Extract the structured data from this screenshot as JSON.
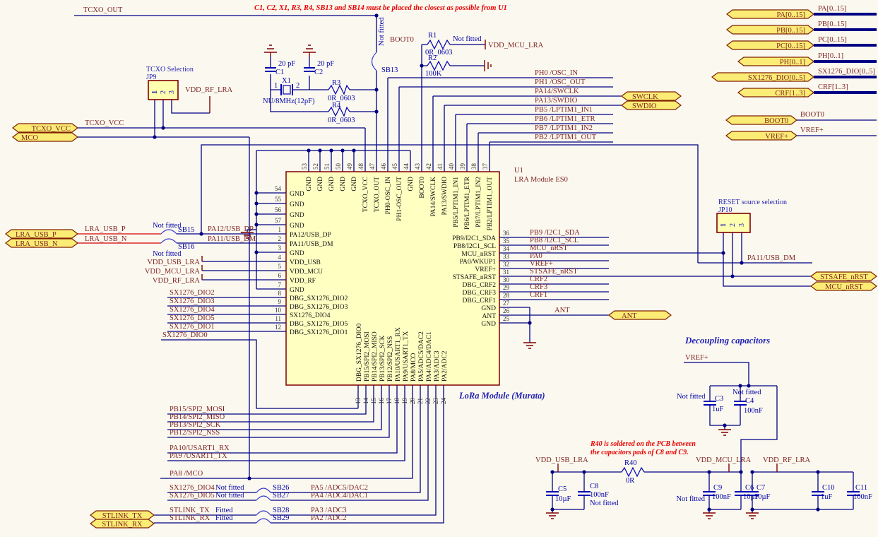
{
  "notes": {
    "top": "C1, C2, X1, R3, R4, SB13 and SB14 must be placed the closest as possible from U1",
    "r40a": "R40 is soldered on the PCB between",
    "r40b": "the capacitors pads of C8 and C9."
  },
  "titles": {
    "lora": "LoRa Module (Murata)",
    "decoupling": "Decoupling capacitors"
  },
  "misc": {
    "nf": "Not fitted",
    "fitted": "Fitted"
  },
  "u1": {
    "ref": "U1",
    "value": "LRA Module ES0",
    "top_pins": [
      {
        "n": "53",
        "l": "GND"
      },
      {
        "n": "52",
        "l": "GND"
      },
      {
        "n": "51",
        "l": "GND"
      },
      {
        "n": "50",
        "l": "GND"
      },
      {
        "n": "49",
        "l": "GND"
      },
      {
        "n": "48",
        "l": "TCXO_VCC"
      },
      {
        "n": "47",
        "l": "TCXO_OUT"
      },
      {
        "n": "46",
        "l": "PH0-OSC_IN"
      },
      {
        "n": "45",
        "l": "PH1-OSC_OUT"
      },
      {
        "n": "44",
        "l": "GND"
      },
      {
        "n": "43",
        "l": "BOOT0"
      },
      {
        "n": "42",
        "l": "PA14/SWCLK"
      },
      {
        "n": "41",
        "l": "PA13/SWDIO"
      },
      {
        "n": "40",
        "l": "PB5/LPTIM1_IN1"
      },
      {
        "n": "39",
        "l": "PB6/LPTIM1_ETR"
      },
      {
        "n": "38",
        "l": "PB7/LPTIM1_IN2"
      },
      {
        "n": "37",
        "l": "PB2/LPTIM1_OUT"
      }
    ],
    "left_pins": [
      {
        "n": "54",
        "l": "GND"
      },
      {
        "n": "55",
        "l": "GND"
      },
      {
        "n": "56",
        "l": "GND"
      },
      {
        "n": "57",
        "l": "GND"
      },
      {
        "n": "1",
        "l": "PA12/USB_DP"
      },
      {
        "n": "2",
        "l": "PA11/USB_DM"
      },
      {
        "n": "3",
        "l": "GND"
      },
      {
        "n": "4",
        "l": "VDD_USB"
      },
      {
        "n": "5",
        "l": "VDD_MCU"
      },
      {
        "n": "6",
        "l": "VDD_RF"
      },
      {
        "n": "7",
        "l": "GND"
      },
      {
        "n": "8",
        "l": "DBG_SX1276_DIO2"
      },
      {
        "n": "9",
        "l": "DBG_SX1276_DIO3"
      },
      {
        "n": "10",
        "l": "SX1276_DIO4"
      },
      {
        "n": "11",
        "l": "DBG_SX1276_DIO5"
      },
      {
        "n": "12",
        "l": "DBG_SX1276_DIO1"
      }
    ],
    "right_pins": [
      {
        "n": "36",
        "l": "PB9/I2C1_SDA"
      },
      {
        "n": "35",
        "l": "PB8/I2C1_SCL"
      },
      {
        "n": "34",
        "l": "MCU_nRST"
      },
      {
        "n": "33",
        "l": "PA0/WKUP1"
      },
      {
        "n": "32",
        "l": "VREF+"
      },
      {
        "n": "31",
        "l": "STSAFE_nRST"
      },
      {
        "n": "30",
        "l": "DBG_CRF2"
      },
      {
        "n": "29",
        "l": "DBG_CRF3"
      },
      {
        "n": "28",
        "l": "DBG_CRF1"
      },
      {
        "n": "27",
        "l": "GND"
      },
      {
        "n": "26",
        "l": "ANT"
      },
      {
        "n": "25",
        "l": "GND"
      }
    ],
    "bottom_pins": [
      {
        "n": "13",
        "l": "DBG_SX1276_DIO0"
      },
      {
        "n": "14",
        "l": "PB15/SPI2_MOSI"
      },
      {
        "n": "15",
        "l": "PB14/SPI2_MISO"
      },
      {
        "n": "16",
        "l": "PB13/SPI2_SCK"
      },
      {
        "n": "17",
        "l": "PB12/SPI2_NSS"
      },
      {
        "n": "18",
        "l": "PA10/USART1_RX"
      },
      {
        "n": "19",
        "l": "PA9/USART1_TX"
      },
      {
        "n": "20",
        "l": "PA8/MCO"
      },
      {
        "n": "21",
        "l": "PA5/ADC5/DAC2"
      },
      {
        "n": "22",
        "l": "PA4/ADC4/DAC1"
      },
      {
        "n": "23",
        "l": "PA3/ADC3"
      },
      {
        "n": "24",
        "l": "PA2/ADC2"
      }
    ]
  },
  "jumpers": {
    "jp9": {
      "title": "TCXO Selection",
      "ref": "JP9",
      "p1": "1",
      "p2": "2",
      "p3": "3"
    },
    "jp10": {
      "title": "RESET source selection",
      "ref": "JP10",
      "p1": "1",
      "p2": "2",
      "p3": "3"
    }
  },
  "components": {
    "c1": {
      "r": "C1",
      "v": "20 pF"
    },
    "c2": {
      "r": "C2",
      "v": "20 pF"
    },
    "x1": {
      "r": "X1",
      "v": "NU/8MHz(12pF)",
      "p1": "1",
      "p2": "2"
    },
    "r1": {
      "r": "R1",
      "v": "0R_0603"
    },
    "r2": {
      "r": "R2",
      "v": "100K"
    },
    "r3": {
      "r": "R3",
      "v": "0R_0603"
    },
    "r4": {
      "r": "R4",
      "v": "0R_0603"
    },
    "r40": {
      "r": "R40",
      "v": "0R"
    },
    "sb13": {
      "r": "SB13"
    },
    "sb15": {
      "r": "SB15"
    },
    "sb16": {
      "r": "SB16"
    },
    "sb26": {
      "r": "SB26"
    },
    "sb27": {
      "r": "SB27"
    },
    "sb28": {
      "r": "SB28"
    },
    "sb29": {
      "r": "SB29"
    },
    "c3": {
      "r": "C3",
      "v": "1uF"
    },
    "c4": {
      "r": "C4",
      "v": "100nF"
    },
    "c5": {
      "r": "C5",
      "v": "10µF"
    },
    "c8": {
      "r": "C8",
      "v": "100nF"
    },
    "c9": {
      "r": "C9",
      "v": "100nF"
    },
    "c6": {
      "r": "C6",
      "v": "10µF"
    },
    "c7": {
      "r": "C7",
      "v": "10µF"
    },
    "c10": {
      "r": "C10",
      "v": "1uF"
    },
    "c11": {
      "r": "C11",
      "v": "100nF"
    }
  },
  "nets": {
    "tcxo_out": "TCXO_OUT",
    "tcxo_vcc": "TCXO_VCC",
    "vdd_rf_jp9": "VDD_RF_LRA",
    "boot0": "BOOT0",
    "vdd_mcu_r1": "VDD_MCU_LRA",
    "ph0": "PH0 /OSC_IN",
    "ph1": "PH1 /OSC_OUT",
    "pa14": "PA14/SWCLK",
    "pa13": "PA13/SWDIO",
    "pb5": "PB5 /LPTIM1_IN1",
    "pb6": "PB6 /LPTIM1_ETR",
    "pb7": "PB7 /LPTIM1_IN2",
    "pb2": "PB2 /LPTIM1_OUT",
    "lra_usb_p": "LRA_USB_P",
    "lra_usb_n": "LRA_USB_N",
    "pa12_dp": "PA12/USB_DP",
    "pa11_dm": "PA11/USB_DM",
    "vdd_usb": "VDD_USB_LRA",
    "vdd_mcu": "VDD_MCU_LRA",
    "vdd_rf": "VDD_RF_LRA",
    "dio2": "SX1276_DIO2",
    "dio3": "SX1276_DIO3",
    "dio4": "SX1276_DIO4",
    "dio5": "SX1276_DIO5",
    "dio1": "SX1276_DIO1",
    "dio0": "SX1276_DIO0",
    "pb9": "PB9 /I2C1_SDA",
    "pb8": "PB8 /I2C1_SCL",
    "mcu_nrst": "MCU_nRST",
    "pa0": "PA0",
    "vref": "VREF+",
    "stsafe": "STSAFE_nRST",
    "crf2": "CRF2",
    "crf3": "CRF3",
    "crf1": "CRF1",
    "ant": "ANT",
    "pa11_jp10": "PA11/USB_DM",
    "mosi": "PB15/SPI2_MOSI",
    "miso": "PB14/SPI2_MISO",
    "sck": "PB13/SPI2_SCK",
    "nss": "PB12/SPI2_NSS",
    "rx": "PA10/USART1_RX",
    "tx": "PA9 /USART1_TX",
    "pa8": "PA8 /MCO",
    "stl_tx": "STLINK_TX",
    "stl_rx": "STLINK_RX",
    "pa5": "PA5 /ADC5/DAC2",
    "pa4": "PA4 /ADC4/DAC1",
    "pa3": "PA3 /ADC3",
    "pa2": "PA2 /ADC2"
  },
  "flags": {
    "tcxo_vcc": "TCXO_VCC",
    "mco": "MCO",
    "lra_usb_p": "LRA_USB_P",
    "lra_usb_n": "LRA_USB_N",
    "stlink_tx": "STLINK_TX",
    "stlink_rx": "STLINK_RX",
    "swclk": "SWCLK",
    "swdio": "SWDIO",
    "ant": "ANT",
    "stsafe": "STSAFE_nRST",
    "mcu_nrst": "MCU_nRST",
    "boot0": "BOOT0",
    "vref": "VREF+"
  },
  "buses": {
    "pa": {
      "f": "PA[0..15]",
      "l": "PA[0..15]"
    },
    "pb": {
      "f": "PB[0..15]",
      "l": "PB[0..15]"
    },
    "pc": {
      "f": "PC[0..15]",
      "l": "PC[0..15]"
    },
    "ph": {
      "f": "PH[0..1]",
      "l": "PH[0..1]"
    },
    "dio": {
      "f": "SX1276_DIO[0..5]",
      "l": "SX1276_DIO[0..5]"
    },
    "crf": {
      "f": "CRF[1..3]",
      "l": "CRF[1..3]"
    },
    "boot0": "BOOT0",
    "vref": "VREF+"
  }
}
